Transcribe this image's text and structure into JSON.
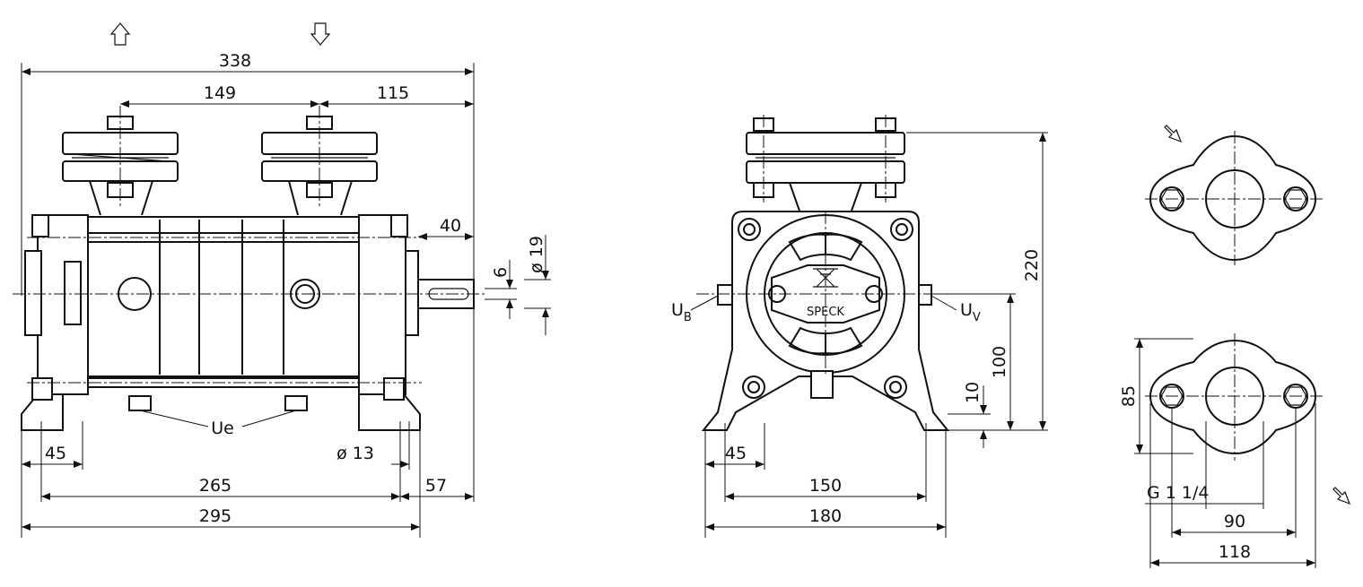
{
  "side_view": {
    "overall_length": "338",
    "inlet_spacing": "149",
    "outlet_offset": "115",
    "shaft_extension": "40",
    "shaft_diameter": "ø 19",
    "key_width": "6",
    "foot_width": "45",
    "hole_diameter": "ø 13",
    "foot_spacing": "265",
    "shaft_end": "57",
    "base_length": "295",
    "drain_label": "Ue"
  },
  "front_view": {
    "height_total": "220",
    "shaft_height": "100",
    "foot_thickness": "10",
    "foot_width": "45",
    "foot_spacing": "150",
    "base_width": "180",
    "left_label": "U",
    "left_label_sub": "B",
    "right_label": "U",
    "right_label_sub": "V",
    "logo_text": "SPECK"
  },
  "flange_view": {
    "height": "85",
    "thread": "G 1 1/4",
    "bolt_spacing": "90",
    "width": "118"
  }
}
